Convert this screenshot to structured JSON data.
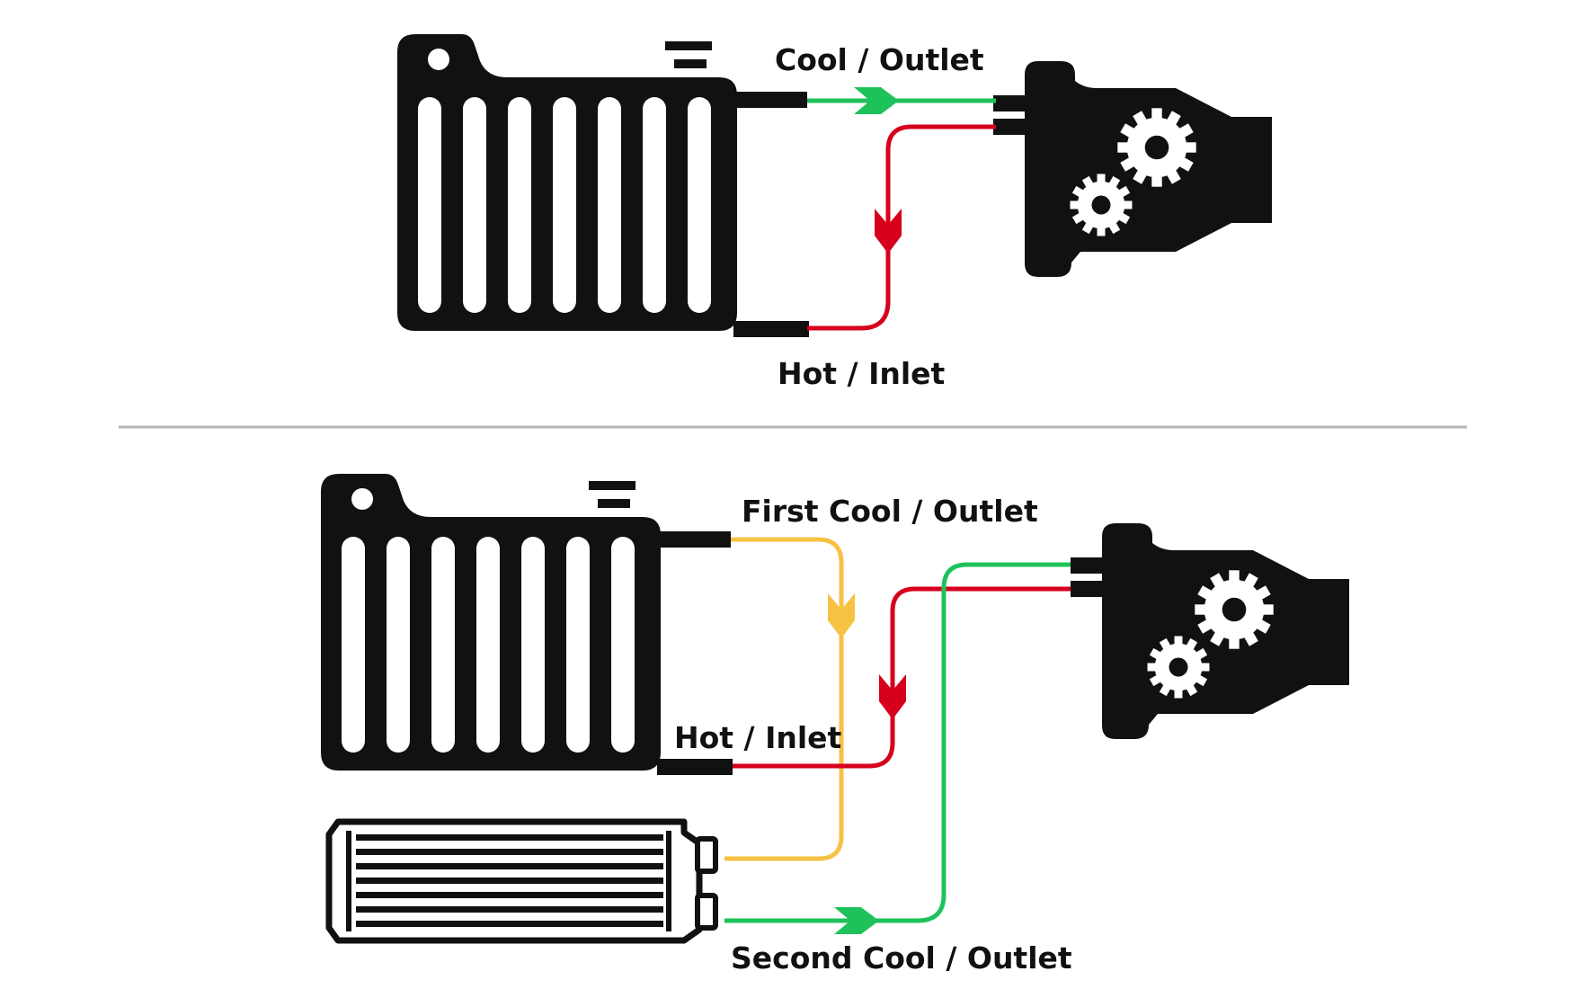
{
  "diagram_top": {
    "cool_outlet_label": "Cool / Outlet",
    "hot_inlet_label": "Hot / Inlet"
  },
  "diagram_bottom": {
    "first_cool_outlet_label": "First Cool / Outlet",
    "hot_inlet_label": "Hot / Inlet",
    "second_cool_outlet_label": "Second Cool / Outlet"
  },
  "colors": {
    "cool": "#1ec25a",
    "hot": "#d6001c",
    "first_cool": "#f7c143",
    "ink": "#111111",
    "divider": "#b5b5b5"
  },
  "icons": [
    "radiator-icon",
    "engine-icon",
    "gear-icon",
    "oil-cooler-icon",
    "flow-arrow-icon"
  ]
}
